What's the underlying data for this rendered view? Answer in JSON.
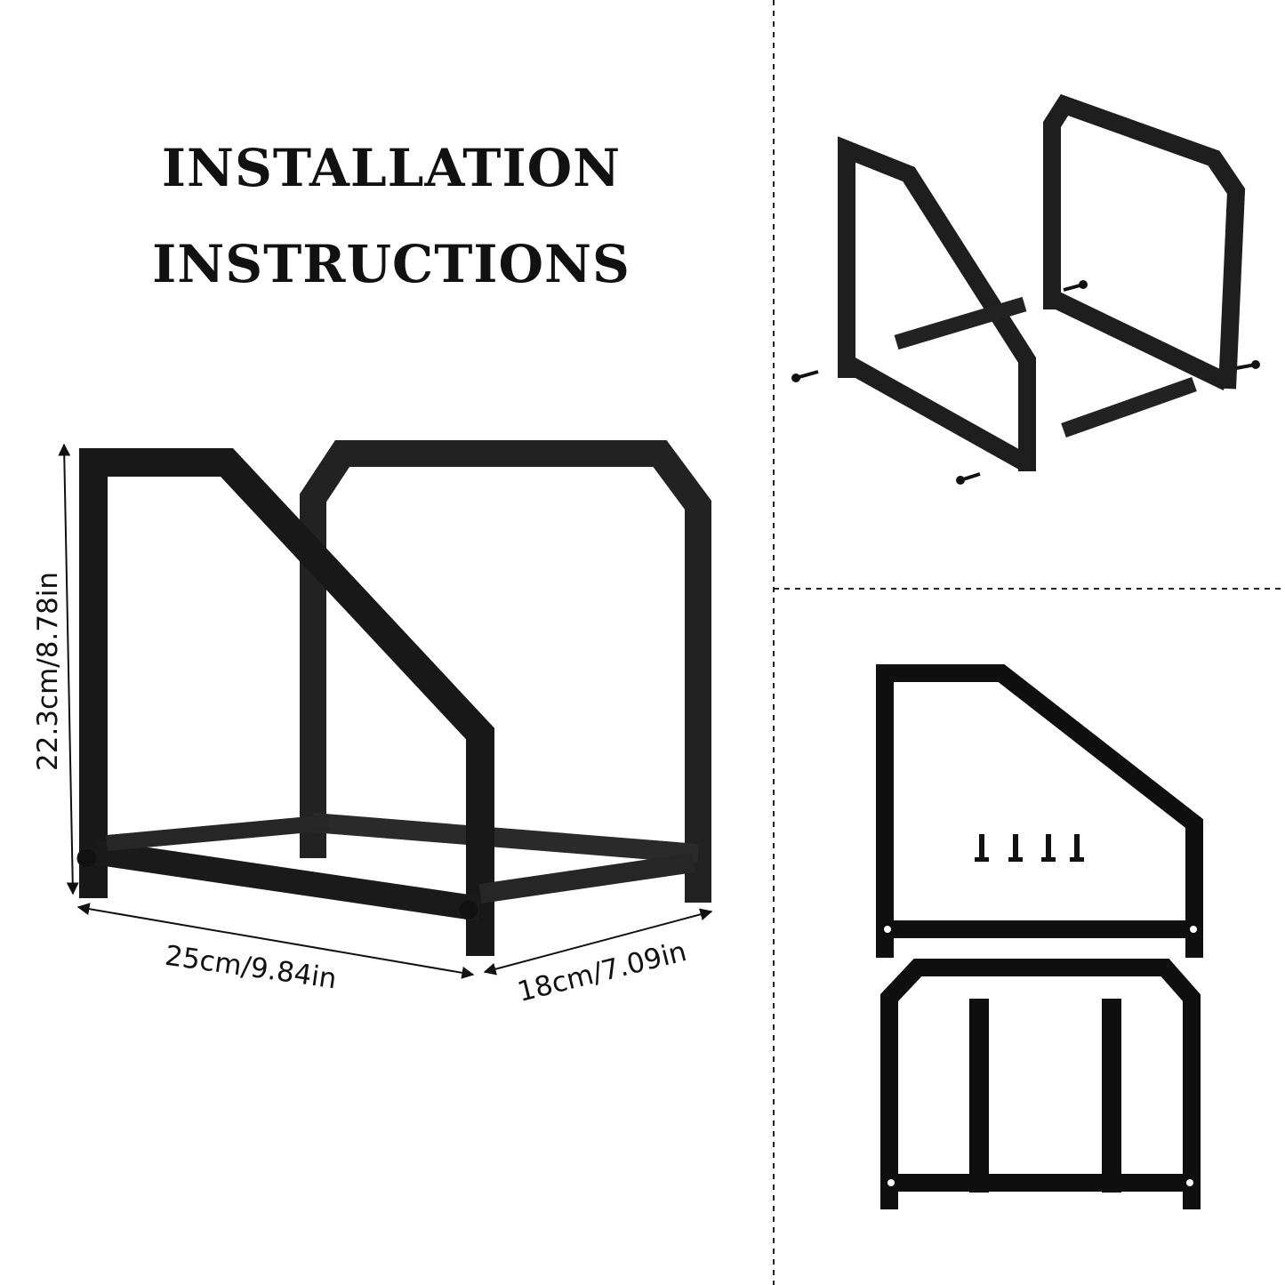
{
  "title": {
    "line1": "INSTALLATION",
    "line2": "INSTRUCTIONS"
  },
  "dimensions": {
    "height": "22.3cm/8.78in",
    "width": "25cm/9.84in",
    "depth": "18cm/7.09in"
  },
  "colors": {
    "background": "#ffffff",
    "frame": "#1a1a1a",
    "divider": "#222222"
  }
}
